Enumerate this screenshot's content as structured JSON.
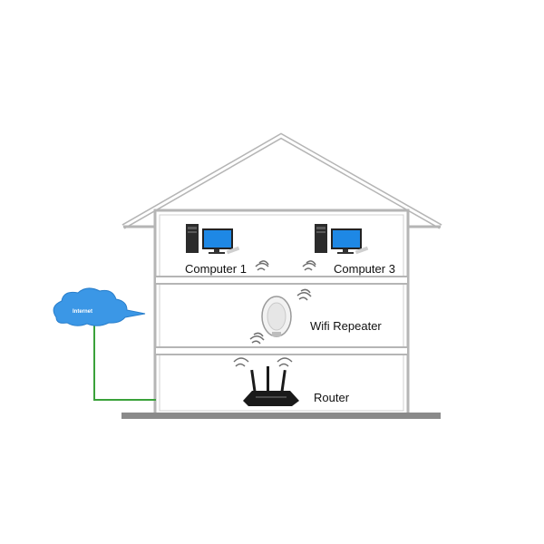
{
  "labels": {
    "computer_left": "Computer 1",
    "computer_right": "Computer 3",
    "repeater": "Wifi Repeater",
    "router": "Router",
    "internet": "Internet"
  },
  "colors": {
    "house_outline": "#9a9a9a",
    "house_outer": "#b5b5b5",
    "ground": "#8a8a8a",
    "cable": "#3aa13a",
    "cloud": "#3b97e6",
    "monitor_screen": "#1e88e5",
    "router_body": "#1a1a1a",
    "repeater_body": "#f2f2f2",
    "wifi_wave": "#6f6f6f"
  },
  "icons": {
    "computer": "desktop-computer-icon",
    "repeater": "wifi-repeater-icon",
    "router": "wireless-router-icon",
    "internet": "cloud-icon",
    "signal": "wifi-signal-icon"
  }
}
